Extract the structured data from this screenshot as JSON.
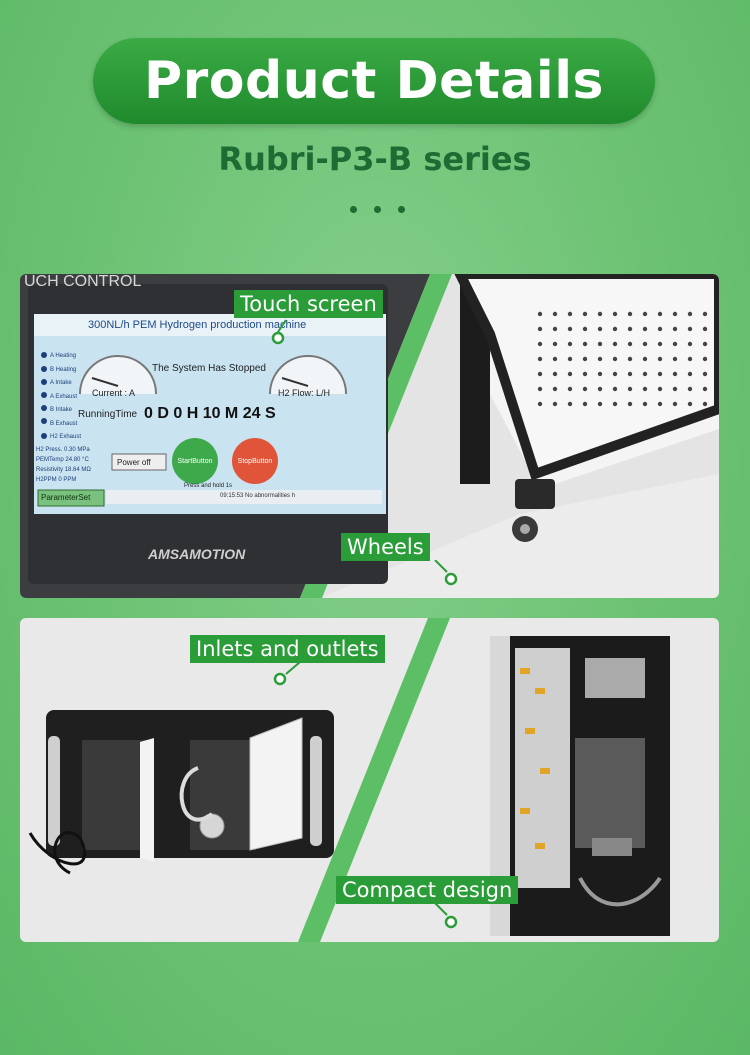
{
  "header": {
    "title": "Product Details",
    "subtitle": "Rubri-P3-B series"
  },
  "colors": {
    "background": "#6cc273",
    "pill": "#2a9d38",
    "subtitle": "#1e6b33",
    "label_bg": "#2a9d38"
  },
  "callouts": {
    "touch_screen": "Touch screen",
    "wheels": "Wheels",
    "inlets_outlets": "Inlets and outlets",
    "compact_design": "Compact design"
  },
  "hmi": {
    "brand_top": "UCH CONTROL",
    "title": "300NL/h PEM Hydrogen production machine",
    "status": "The System Has Stopped",
    "current_label": "Current : A",
    "flow_label": "H2 Flow: L/H",
    "running_time_label": "RunningTime",
    "running_time": "0 D 0 H 10 M 24 S",
    "power_off": "Power off",
    "start_button": "StartButton",
    "stop_button": "StopButton",
    "press_hold": "Press and hold 1s",
    "parameter_set": "ParameterSet",
    "alarm_text": "09:15:53 No abnormalities h",
    "brand_bottom": "AMSAMOTION",
    "indicators": [
      "A Heating",
      "B Heating",
      "A Intake",
      "A Exhaust",
      "B Intake",
      "B Exhaust",
      "H2 Exhaust"
    ],
    "readings": [
      {
        "name": "H2 Press.",
        "value": "0.30",
        "unit": "MPa"
      },
      {
        "name": "PEMTemp",
        "value": "24.80",
        "unit": "°C"
      },
      {
        "name": "Resistivity",
        "value": "18.64",
        "unit": "MΩ"
      },
      {
        "name": "H2PPM",
        "value": "0",
        "unit": "PPM"
      }
    ]
  }
}
